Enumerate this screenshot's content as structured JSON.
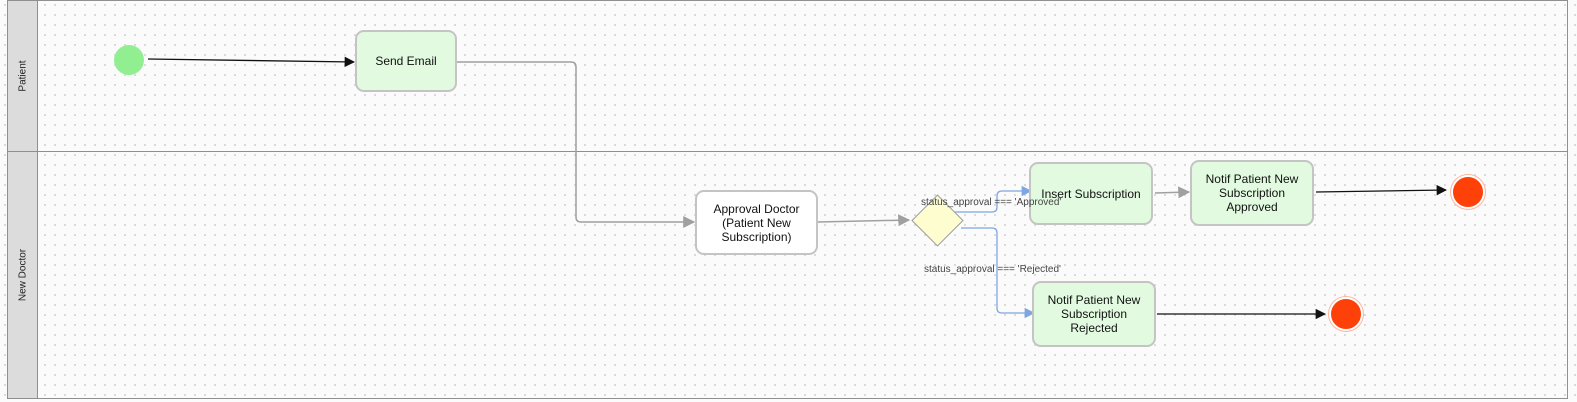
{
  "lanes": [
    {
      "label": "Patient"
    },
    {
      "label": "New Doctor"
    }
  ],
  "tasks": {
    "send_email": "Send Email",
    "approval_doctor": "Approval Doctor\n(Patient New\nSubscription)",
    "insert_subscription": "Insert Subscription",
    "notif_approved": "Notif Patient New\nSubscription\nApproved",
    "notif_rejected": "Notif Patient New\nSubscription\nRejected"
  },
  "edge_labels": {
    "approved": "status_approval === 'Approved'",
    "rejected": "status_approval === 'Rejected'"
  },
  "colors": {
    "task_fill": "#e2fbe0",
    "start_event": "#92ef91",
    "end_event": "#fe4009",
    "gateway_fill": "#fdfdd0",
    "conditional_edge": "#7ea6e0",
    "default_edge": "#a0a0a0"
  }
}
